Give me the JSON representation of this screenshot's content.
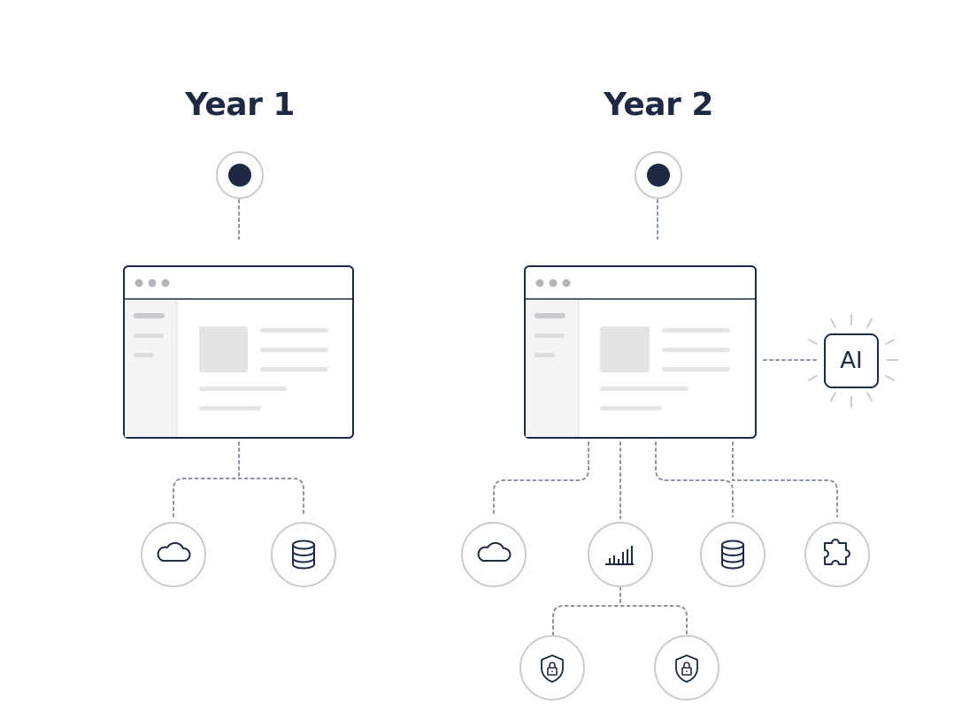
{
  "columns": [
    {
      "title": "Year 1"
    },
    {
      "title": "Year 2"
    }
  ],
  "ai_badge": {
    "label": "AI"
  },
  "colors": {
    "ink": "#1e2a44",
    "line": "#8a93a3",
    "placeholder": "#e4e4e6",
    "sidebar": "#f4f4f5",
    "circle_border": "#c9cbd0"
  },
  "icons": {
    "year1_services": [
      "cloud-icon",
      "database-icon"
    ],
    "year2_services": [
      "cloud-icon",
      "bar-chart-icon",
      "database-icon",
      "puzzle-icon"
    ],
    "year2_security": [
      "shield-lock-icon",
      "shield-lock-icon"
    ]
  }
}
